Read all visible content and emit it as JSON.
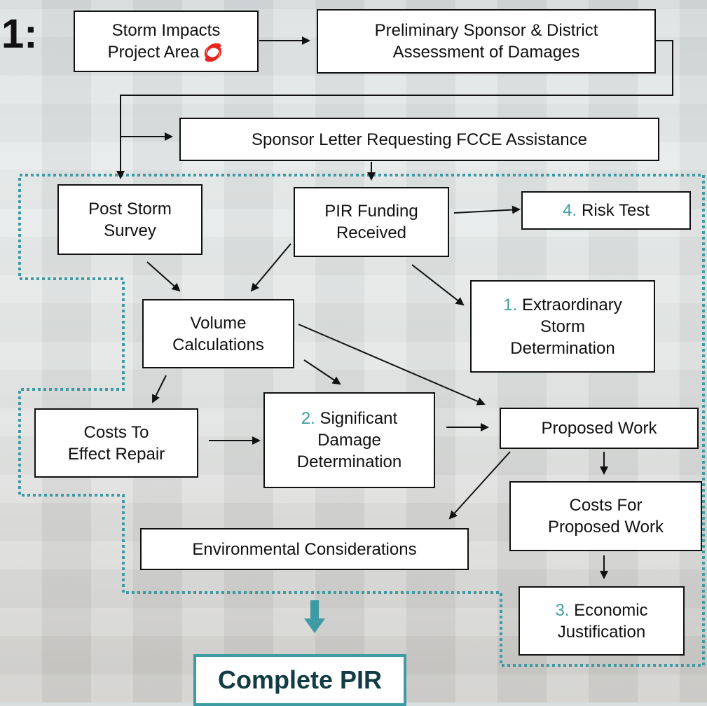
{
  "step_number": "1:",
  "nodes": {
    "storm_impacts": [
      "Storm Impacts",
      "Project Area"
    ],
    "preliminary": [
      "Preliminary Sponsor & District",
      "Assessment of Damages"
    ],
    "sponsor_letter": [
      "Sponsor Letter Requesting FCCE Assistance"
    ],
    "post_storm": [
      "Post Storm",
      "Survey"
    ],
    "pir_funding": [
      "PIR Funding",
      "Received"
    ],
    "risk_test": {
      "num": "4.",
      "text": "Risk Test"
    },
    "extraordinary": {
      "num": "1.",
      "line1": "Extraordinary",
      "line2": "Storm",
      "line3": "Determination"
    },
    "volume": [
      "Volume",
      "Calculations"
    ],
    "costs_repair": [
      "Costs To",
      "Effect Repair"
    ],
    "significant": {
      "num": "2.",
      "line1": "Significant",
      "line2": "Damage",
      "line3": "Determination"
    },
    "proposed_work": [
      "Proposed Work"
    ],
    "costs_proposed": [
      "Costs For",
      "Proposed Work"
    ],
    "environmental": [
      "Environmental Considerations"
    ],
    "economic": {
      "num": "3.",
      "line1": "Economic",
      "line2": "Justification"
    }
  },
  "final_label": "Complete PIR",
  "colors": {
    "accent_teal": "#3f9ba3",
    "storm_icon": "#e5261f",
    "box_border": "#111111",
    "box_fill": "#ffffff"
  },
  "icons": [
    "hurricane-icon",
    "down-arrow-icon"
  ]
}
